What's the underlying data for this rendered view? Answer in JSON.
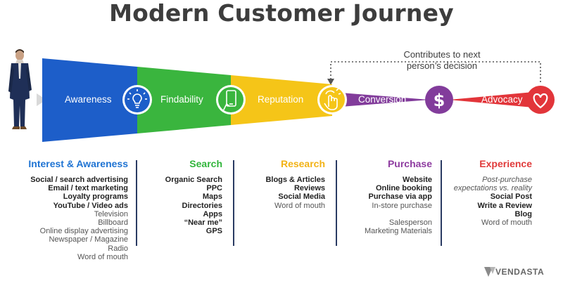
{
  "title": "Modern Customer Journey",
  "note": "Contributes to next person’s decision",
  "stages": [
    {
      "label": "Awareness",
      "color": "#1d5ec9",
      "icon": "lightbulb-icon"
    },
    {
      "label": "Findability",
      "color": "#3ab53e",
      "icon": "smartphone-icon"
    },
    {
      "label": "Reputation",
      "color": "#f5c518",
      "icon": "hand-tap-icon"
    },
    {
      "label": "Conversion",
      "color": "#823c9b",
      "icon": "dollar-icon"
    },
    {
      "label": "Advocacy",
      "color": "#e2353a",
      "icon": "heart-icon"
    }
  ],
  "columns": [
    {
      "heading": "Interest & Awareness",
      "items": [
        {
          "text": "Social / search advertising",
          "style": "bold"
        },
        {
          "text": "Email / text marketing",
          "style": "bold"
        },
        {
          "text": "Loyalty programs",
          "style": "bold"
        },
        {
          "text": "YouTube / Video ads",
          "style": "bold"
        },
        {
          "text": "Television",
          "style": ""
        },
        {
          "text": "Billboard",
          "style": ""
        },
        {
          "text": "Online display advertising",
          "style": ""
        },
        {
          "text": "Newspaper / Magazine",
          "style": ""
        },
        {
          "text": "Radio",
          "style": ""
        },
        {
          "text": "Word of mouth",
          "style": ""
        }
      ]
    },
    {
      "heading": "Search",
      "items": [
        {
          "text": "Organic Search",
          "style": "bold"
        },
        {
          "text": "PPC",
          "style": "bold"
        },
        {
          "text": "Maps",
          "style": "bold"
        },
        {
          "text": "Directories",
          "style": "bold"
        },
        {
          "text": "Apps",
          "style": "bold"
        },
        {
          "text": "“Near me”",
          "style": "bold"
        },
        {
          "text": "GPS",
          "style": "bold"
        }
      ]
    },
    {
      "heading": "Research",
      "items": [
        {
          "text": "Blogs & Articles",
          "style": "bold"
        },
        {
          "text": "Reviews",
          "style": "bold"
        },
        {
          "text": "Social Media",
          "style": "bold"
        },
        {
          "text": "Word of mouth",
          "style": ""
        }
      ]
    },
    {
      "heading": "Purchase",
      "items": [
        {
          "text": "Website",
          "style": "bold"
        },
        {
          "text": "Online booking",
          "style": "bold"
        },
        {
          "text": "Purchase via app",
          "style": "bold"
        },
        {
          "text": "In-store purchase",
          "style": ""
        },
        {
          "text": "",
          "style": "gap"
        },
        {
          "text": "Salesperson",
          "style": ""
        },
        {
          "text": "Marketing Materials",
          "style": ""
        }
      ]
    },
    {
      "heading": "Experience",
      "items": [
        {
          "text": "Post-purchase",
          "style": "italic"
        },
        {
          "text": "expectations vs. reality",
          "style": "italic"
        },
        {
          "text": "Social Post",
          "style": "bold"
        },
        {
          "text": "Write a Review",
          "style": "bold"
        },
        {
          "text": "Blog",
          "style": "bold"
        },
        {
          "text": "Word of mouth",
          "style": ""
        }
      ]
    }
  ],
  "brand": "VENDASTA",
  "brand_icon": "vendasta-logo-icon"
}
